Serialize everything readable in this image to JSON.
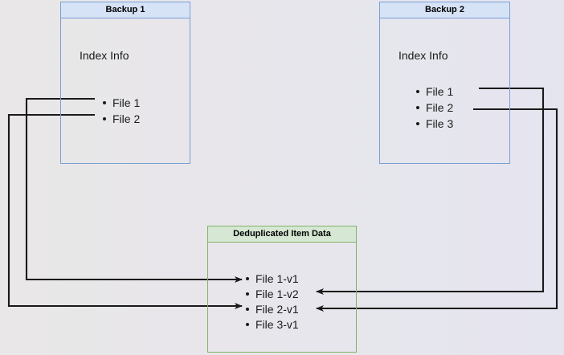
{
  "diagram": {
    "type": "deduplication-backup-diagram",
    "background_gradient": [
      "#e9e7e7",
      "#e5e5f0"
    ],
    "nodes": [
      {
        "id": "backup1",
        "title": "Backup 1",
        "subtitle": "Index Info",
        "accent": "#7a9fd4",
        "header_fill": "#d6e3f7",
        "items": [
          "File 1",
          "File 2"
        ]
      },
      {
        "id": "backup2",
        "title": "Backup 2",
        "subtitle": "Index Info",
        "accent": "#7a9fd4",
        "header_fill": "#d6e3f7",
        "items": [
          "File 1",
          "File 2",
          "File 3"
        ]
      },
      {
        "id": "dedup",
        "title": "Deduplicated Item Data",
        "subtitle": "",
        "accent": "#82b366",
        "header_fill": "#d6e8d4",
        "items": [
          "File 1-v1",
          "File 1-v2",
          "File 2-v1",
          "File 3-v1"
        ]
      }
    ],
    "edges": [
      {
        "from": "backup1.File 1",
        "to": "dedup.File 1-v1",
        "side": "left",
        "color": "#1a1a1a"
      },
      {
        "from": "backup1.File 2",
        "to": "dedup.File 2-v1",
        "side": "left",
        "color": "#1a1a1a"
      },
      {
        "from": "backup2.File 1",
        "to": "dedup.File 1-v2",
        "side": "right",
        "color": "#1a1a1a"
      },
      {
        "from": "backup2.File 2",
        "to": "dedup.File 2-v1",
        "side": "right",
        "color": "#1a1a1a"
      }
    ]
  }
}
